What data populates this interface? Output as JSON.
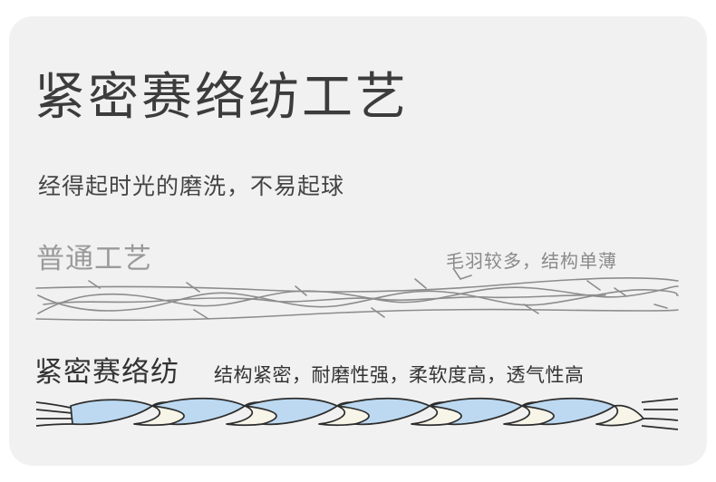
{
  "title": "紧密赛络纺工艺",
  "subtitle": "经得起时光的磨洗，不易起球",
  "normal": {
    "label": "普通工艺",
    "desc": "毛羽较多，结构单薄"
  },
  "dense": {
    "label": "紧密赛络纺",
    "desc": "结构紧密，耐磨性强，柔软度高，透气性高"
  },
  "colors": {
    "card_background": "#f1f1f1",
    "title_text": "#3c3c3c",
    "normal_label_text": "#9a9a9a",
    "rope_normal_stroke": "#8c8c8c",
    "rope_dense_stroke": "#2d2d2d",
    "rope_dense_fill_blue": "#bcd9f1",
    "rope_dense_fill_cream": "#f7f4e8"
  }
}
